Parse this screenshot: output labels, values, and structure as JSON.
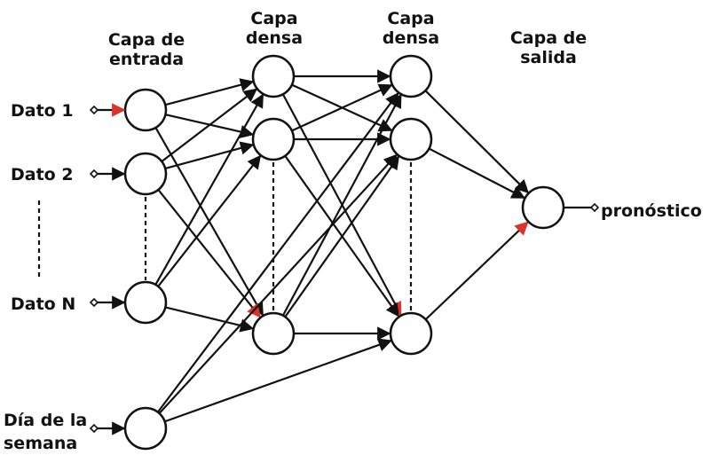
{
  "layers": {
    "input": {
      "title_line1": "Capa de",
      "title_line2": "entrada"
    },
    "dense1": {
      "title_line1": "Capa",
      "title_line2": "densa"
    },
    "dense2": {
      "title_line1": "Capa",
      "title_line2": "densa"
    },
    "output": {
      "title_line1": "Capa de",
      "title_line2": "salida"
    }
  },
  "inputs": {
    "dato1": "Dato 1",
    "dato2": "Dato 2",
    "datoN": "Dato N",
    "dia_line1": "Día de la",
    "dia_line2": "semana"
  },
  "output_label": "pronóstico",
  "colors": {
    "stroke": "#111111",
    "arrow_accent": "#d9342b",
    "node_fill": "#ffffff"
  }
}
